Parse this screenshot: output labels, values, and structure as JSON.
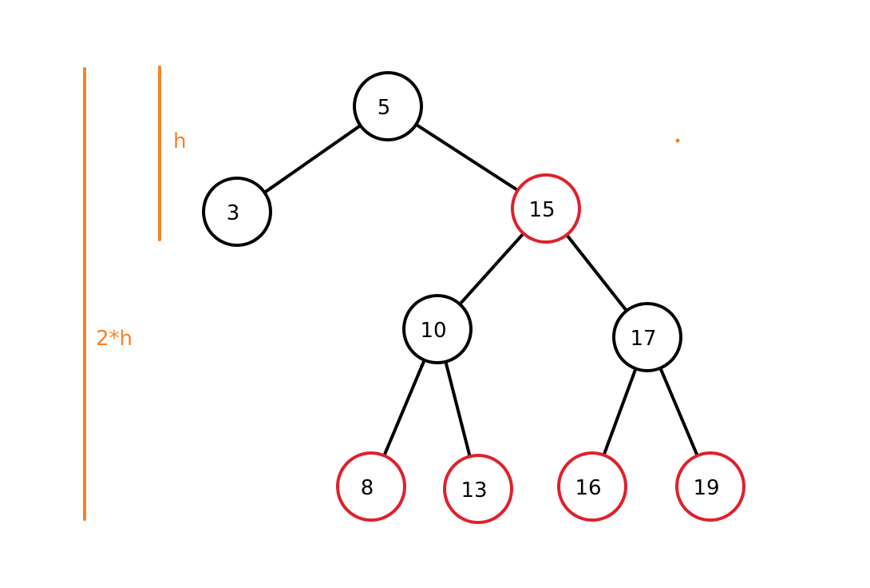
{
  "colors": {
    "black_node": "#000000",
    "red_node": "#e0202a",
    "annotation": "#f5822a"
  },
  "tree": {
    "nodes": [
      {
        "id": "n5",
        "label": "5",
        "color": "black"
      },
      {
        "id": "n3",
        "label": "3",
        "color": "black"
      },
      {
        "id": "n15",
        "label": "15",
        "color": "red"
      },
      {
        "id": "n10",
        "label": "10",
        "color": "black"
      },
      {
        "id": "n17",
        "label": "17",
        "color": "black"
      },
      {
        "id": "n8",
        "label": "8",
        "color": "red"
      },
      {
        "id": "n13",
        "label": "13",
        "color": "red"
      },
      {
        "id": "n16",
        "label": "16",
        "color": "red"
      },
      {
        "id": "n19",
        "label": "19",
        "color": "red"
      }
    ],
    "edges": [
      {
        "from": "n5",
        "to": "n3"
      },
      {
        "from": "n5",
        "to": "n15"
      },
      {
        "from": "n15",
        "to": "n10"
      },
      {
        "from": "n15",
        "to": "n17"
      },
      {
        "from": "n10",
        "to": "n8"
      },
      {
        "from": "n10",
        "to": "n13"
      },
      {
        "from": "n17",
        "to": "n16"
      },
      {
        "from": "n17",
        "to": "n19"
      }
    ]
  },
  "annotations": {
    "short_height_label": "h",
    "long_height_label": "2*h"
  }
}
